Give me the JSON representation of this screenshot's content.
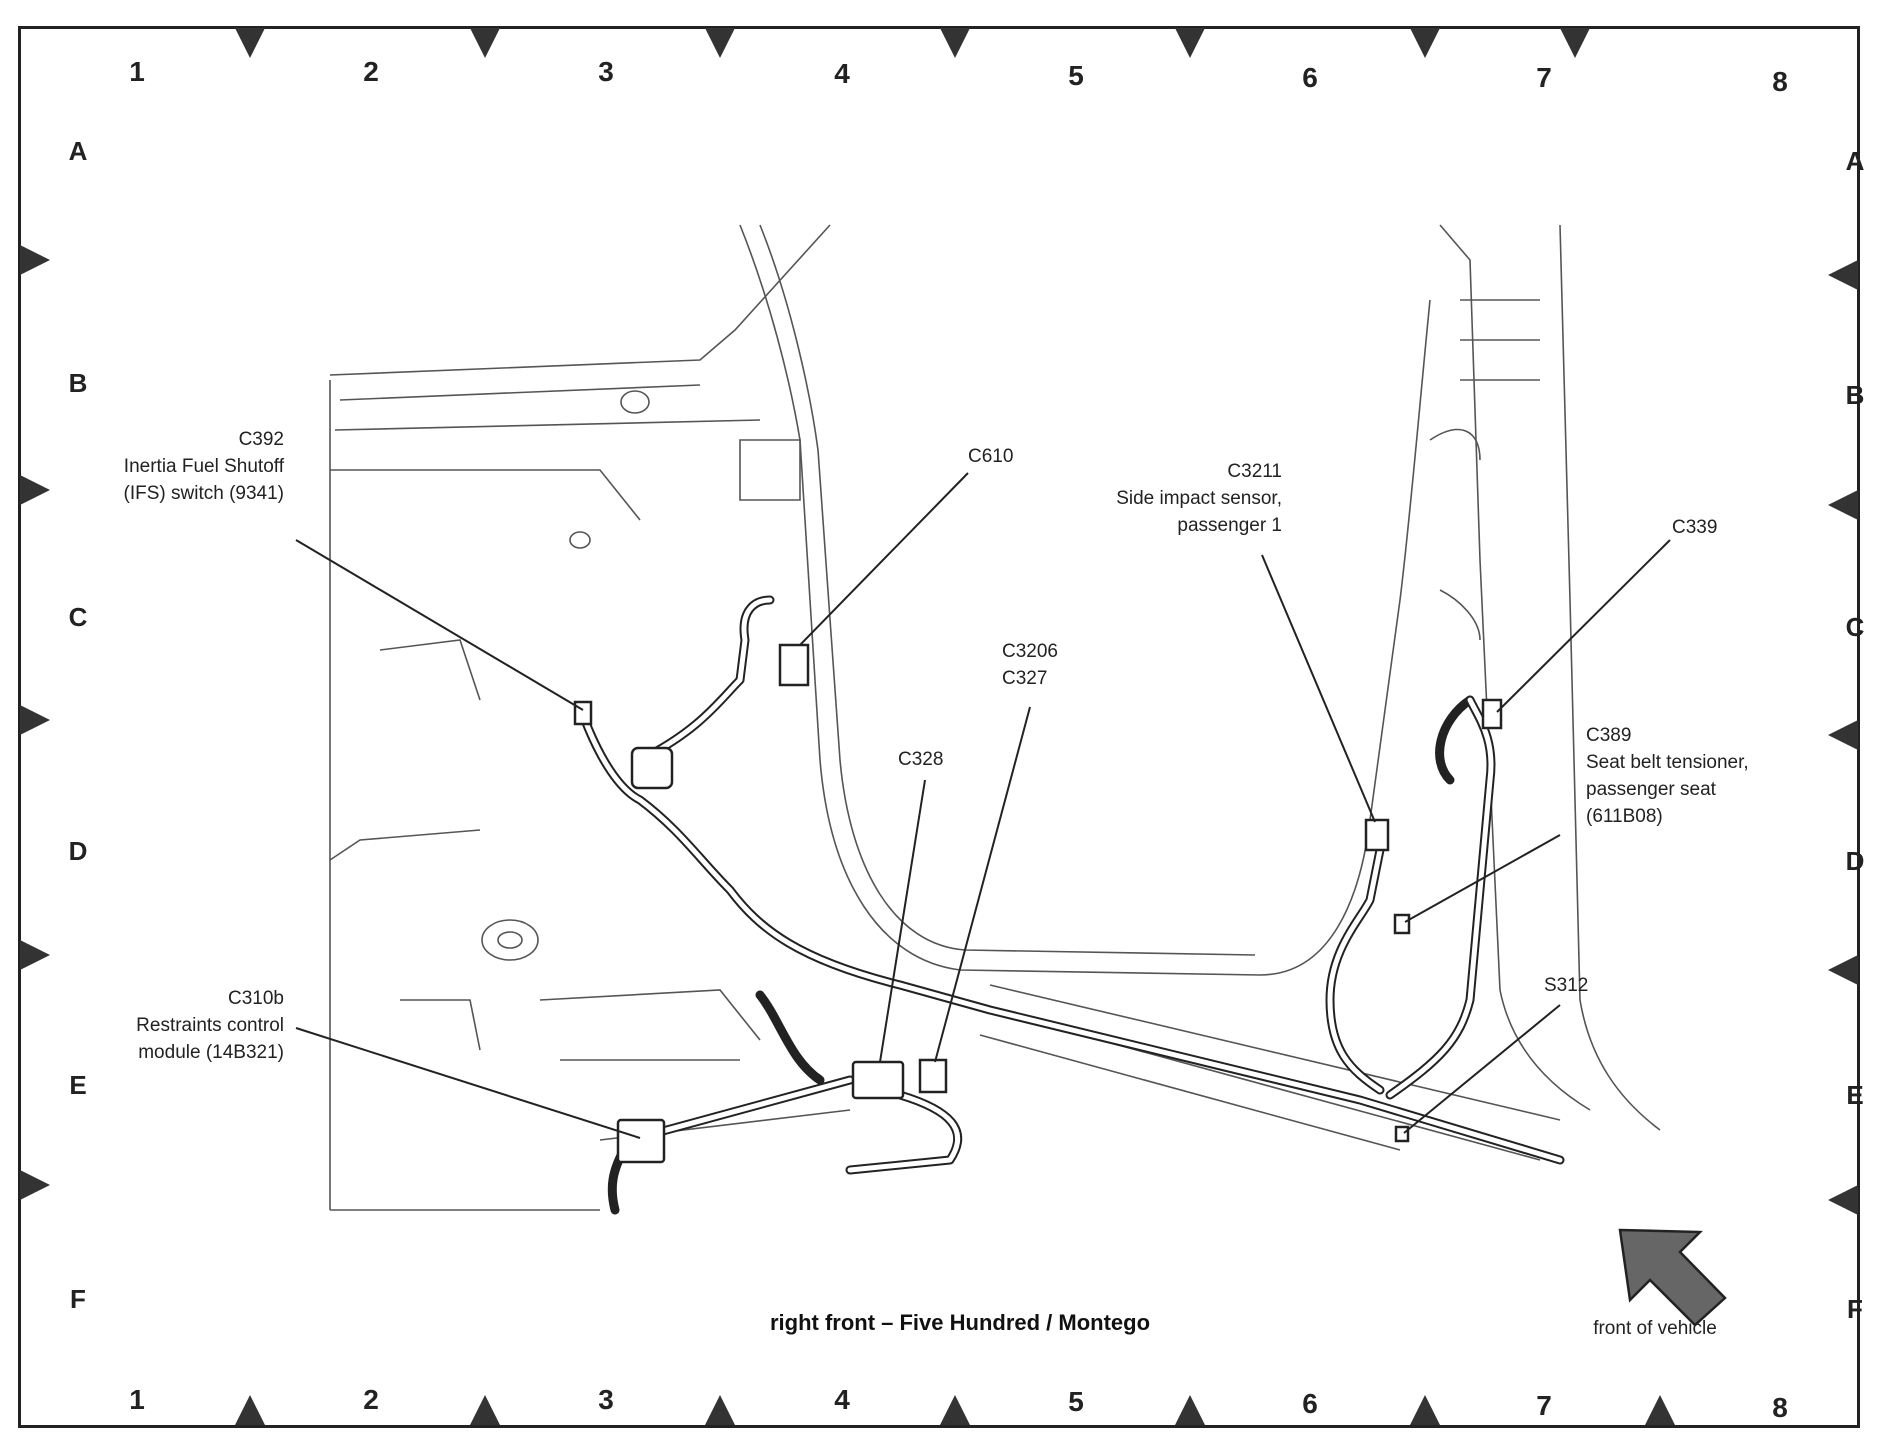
{
  "grid": {
    "columns": [
      "1",
      "2",
      "3",
      "4",
      "5",
      "6",
      "7",
      "8"
    ],
    "rows": [
      "A",
      "B",
      "C",
      "D",
      "E",
      "F"
    ]
  },
  "callouts": {
    "c392": [
      "C392",
      "Inertia Fuel Shutoff",
      "(IFS) switch (9341)"
    ],
    "c610": [
      "C610"
    ],
    "c3211": [
      "C3211",
      "Side impact sensor,",
      "passenger 1"
    ],
    "c339": [
      "C339"
    ],
    "c3206": [
      "C3206",
      "C327"
    ],
    "c328": [
      "C328"
    ],
    "c389": [
      "C389",
      "Seat belt tensioner,",
      "passenger seat",
      "(611B08)"
    ],
    "s312": [
      "S312"
    ],
    "c310b": [
      "C310b",
      "Restraints control",
      "module (14B321)"
    ]
  },
  "title": "right front – Five Hundred / Montego",
  "front_label": "front of vehicle",
  "colors": {
    "line": "#222222",
    "arrow": "#555555"
  }
}
